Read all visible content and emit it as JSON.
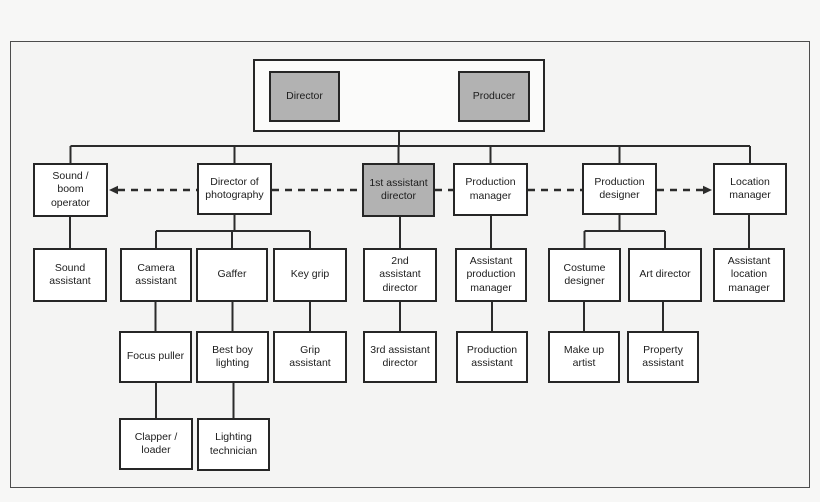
{
  "colors": {
    "background": "#f4f4f3",
    "frame_border": "#4c4c4c",
    "box_fill": "#ffffff",
    "shaded_box_fill": "#b2b2b2",
    "box_border": "#262626",
    "connector_line": "#2b2b2b",
    "text": "#1c1c1c"
  },
  "diagram": {
    "nodes": [
      {
        "id": "director",
        "label": "Director",
        "shaded": true
      },
      {
        "id": "producer",
        "label": "Producer",
        "shaded": true
      },
      {
        "id": "sound_boom",
        "label": "Sound /\nboom\noperator",
        "shaded": false
      },
      {
        "id": "dop",
        "label": "Director of\nphotography",
        "shaded": false
      },
      {
        "id": "first_ad",
        "label": "1st assistant\ndirector",
        "shaded": true
      },
      {
        "id": "production_manager",
        "label": "Production\nmanager",
        "shaded": false
      },
      {
        "id": "production_designer",
        "label": "Production\ndesigner",
        "shaded": false
      },
      {
        "id": "location_manager",
        "label": "Location\nmanager",
        "shaded": false
      },
      {
        "id": "sound_assistant",
        "label": "Sound\nassistant",
        "shaded": false
      },
      {
        "id": "camera_assistant",
        "label": "Camera\nassistant",
        "shaded": false
      },
      {
        "id": "gaffer",
        "label": "Gaffer",
        "shaded": false
      },
      {
        "id": "key_grip",
        "label": "Key grip",
        "shaded": false
      },
      {
        "id": "second_ad",
        "label": "2nd\nassistant\ndirector",
        "shaded": false
      },
      {
        "id": "assistant_production_manager",
        "label": "Assistant\nproduction\nmanager",
        "shaded": false
      },
      {
        "id": "costume_designer",
        "label": "Costume\ndesigner",
        "shaded": false
      },
      {
        "id": "art_director",
        "label": "Art director",
        "shaded": false
      },
      {
        "id": "assistant_location_manager",
        "label": "Assistant\nlocation\nmanager",
        "shaded": false
      },
      {
        "id": "focus_puller",
        "label": "Focus puller",
        "shaded": false
      },
      {
        "id": "best_boy_lighting",
        "label": "Best boy\nlighting",
        "shaded": false
      },
      {
        "id": "grip_assistant",
        "label": "Grip\nassistant",
        "shaded": false
      },
      {
        "id": "third_ad",
        "label": "3rd assistant\ndirector",
        "shaded": false
      },
      {
        "id": "production_assistant",
        "label": "Production\nassistant",
        "shaded": false
      },
      {
        "id": "makeup_artist",
        "label": "Make up\nartist",
        "shaded": false
      },
      {
        "id": "property_assistant",
        "label": "Property\nassistant",
        "shaded": false
      },
      {
        "id": "clapper_loader",
        "label": "Clapper /\nloader",
        "shaded": false
      },
      {
        "id": "lighting_technician",
        "label": "Lighting\ntechnician",
        "shaded": false
      }
    ],
    "root_group": {
      "members": [
        "director",
        "producer"
      ],
      "children": [
        "sound_boom",
        "dop",
        "first_ad",
        "production_manager",
        "production_designer",
        "location_manager"
      ]
    },
    "solid_edges": [
      [
        "sound_boom",
        "sound_assistant"
      ],
      [
        "dop",
        "camera_assistant"
      ],
      [
        "dop",
        "gaffer"
      ],
      [
        "dop",
        "key_grip"
      ],
      [
        "first_ad",
        "second_ad"
      ],
      [
        "production_manager",
        "assistant_production_manager"
      ],
      [
        "production_designer",
        "costume_designer"
      ],
      [
        "production_designer",
        "art_director"
      ],
      [
        "location_manager",
        "assistant_location_manager"
      ],
      [
        "camera_assistant",
        "focus_puller"
      ],
      [
        "gaffer",
        "best_boy_lighting"
      ],
      [
        "key_grip",
        "grip_assistant"
      ],
      [
        "second_ad",
        "third_ad"
      ],
      [
        "assistant_production_manager",
        "production_assistant"
      ],
      [
        "costume_designer",
        "makeup_artist"
      ],
      [
        "art_director",
        "property_assistant"
      ],
      [
        "focus_puller",
        "clapper_loader"
      ],
      [
        "best_boy_lighting",
        "lighting_technician"
      ]
    ],
    "dashed_chain": [
      "sound_boom",
      "dop",
      "first_ad",
      "production_manager",
      "production_designer",
      "location_manager"
    ],
    "dashed_arrow_ends": [
      "sound_boom",
      "location_manager"
    ]
  }
}
